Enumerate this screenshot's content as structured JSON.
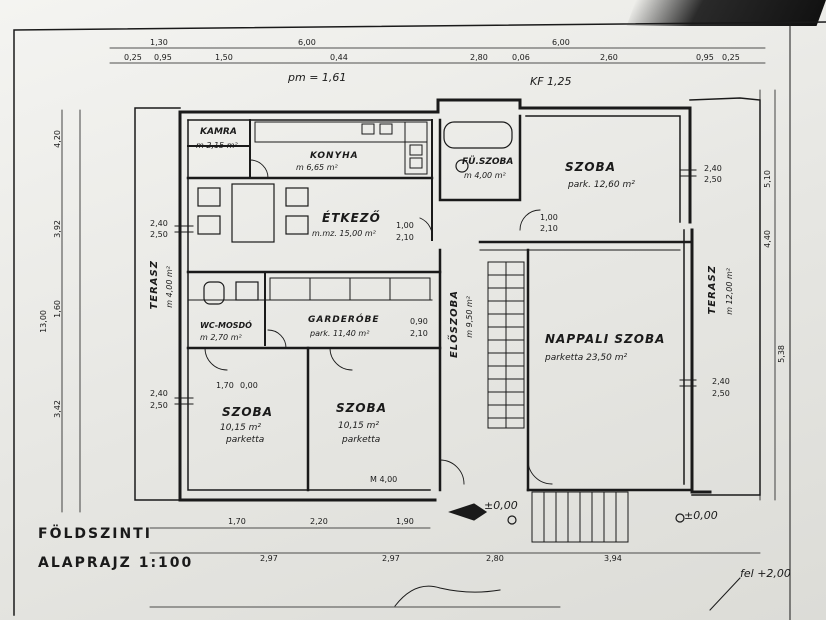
{
  "title": {
    "line1": "FÖLDSZINTI",
    "line2": "ALAPRAJZ 1:100"
  },
  "rooms": {
    "kamra": {
      "name": "KAMRA",
      "area": "m 2,15 m²"
    },
    "konyha": {
      "name": "KONYHA",
      "area": "m 6,65 m²"
    },
    "furdo": {
      "name": "FÜ.SZOBA",
      "area": "m 4,00 m²"
    },
    "szoba_top": {
      "name": "SZOBA",
      "area": "park. 12,60 m²"
    },
    "etkezo": {
      "name": "ÉTKEZŐ",
      "area": "m.mz. 15,00 m²"
    },
    "wc": {
      "name": "WC-MOSDÓ",
      "area": "m 2,70 m²"
    },
    "garderobe": {
      "name": "GARDERÓBE",
      "area": "park. 11,40 m²"
    },
    "eloszoba": {
      "name": "ELŐSZOBA",
      "area": "m 9,50 m²"
    },
    "nappali": {
      "name": "NAPPALI SZOBA",
      "area": "parketta 23,50 m²"
    },
    "szoba_left": {
      "name": "SZOBA",
      "area": "10,15 m²",
      "floor": "parketta"
    },
    "szoba_mid": {
      "name": "SZOBA",
      "area": "10,15 m²",
      "floor": "parketta"
    },
    "terasz_left": {
      "name": "TERASZ",
      "area": "m 4,00 m²"
    },
    "terasz_right": {
      "name": "TERASZ",
      "area": "m 12,00 m²"
    }
  },
  "handwritten": {
    "pm": "pm = 1,61",
    "kf": "KF 1,25",
    "zero": "±0,00",
    "fel": "fel +2,00",
    "pm2": "±0,00"
  },
  "dims": {
    "top1": "6,00",
    "top2": "6,00",
    "top_a": "1,30",
    "top_b": "0,25",
    "top_c": "0,95",
    "top_d": "1,50",
    "top_e": "0,44",
    "top_f": "2,80",
    "top_g": "0,06",
    "top_h": "2,60",
    "top_i": "0,95",
    "top_j": "0,25",
    "left_a": "4,20",
    "left_b": "3,92",
    "left_c": "1,60",
    "left_d": "3,42",
    "left_e": "13,00",
    "right_a": "5,10",
    "right_b": "4,40",
    "right_c": "5,38",
    "bot_a": "1,70",
    "bot_b": "2,20",
    "bot_c": "1,90",
    "bot_d": "2,97",
    "bot_e": "2,97",
    "bot_f": "2,80",
    "bot_g": "3,94",
    "win1": "2,40",
    "win1b": "2,50",
    "win2": "2,40",
    "win2b": "2,50",
    "win3": "2,40",
    "win3b": "2,50",
    "win4": "2,40",
    "win4b": "2,50",
    "win5": "1,00",
    "win5b": "2,10",
    "win6": "1,70",
    "win6b": "0,00",
    "door1": "1,00",
    "door1b": "2,10",
    "door2": "0,90",
    "door2b": "2,10",
    "stair": "M 4,00"
  }
}
